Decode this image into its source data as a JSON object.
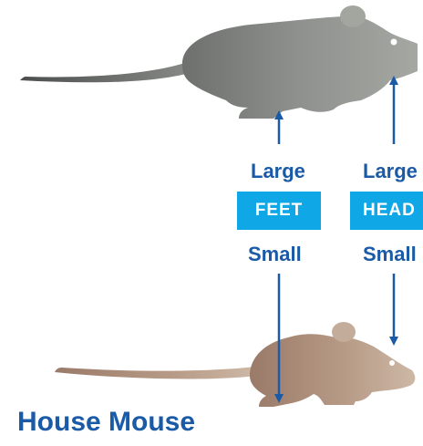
{
  "colors": {
    "arrow": "#1a5aa6",
    "label_text": "#1a5aa6",
    "box_fill": "#10a7e6",
    "box_text": "#ffffff",
    "top_mouse": "#9a9c98",
    "bottom_mouse": "#bfa38f"
  },
  "feet": {
    "large_label": "Large",
    "box_label": "FEET",
    "small_label": "Small"
  },
  "head": {
    "large_label": "Large",
    "box_label": "HEAD",
    "small_label": "Small"
  },
  "title": "House Mouse",
  "icons": [
    "large-mouse-silhouette",
    "small-mouse-silhouette"
  ]
}
